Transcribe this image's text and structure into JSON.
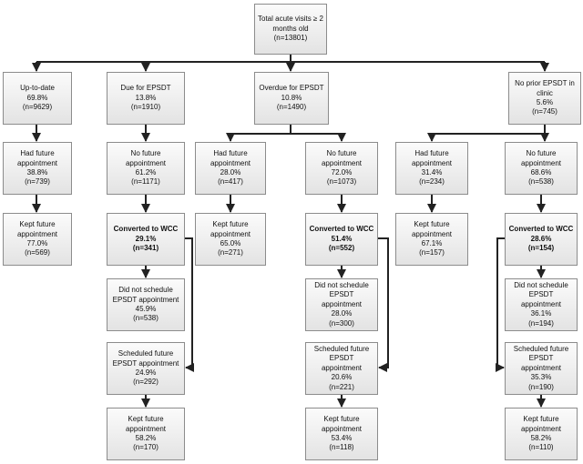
{
  "nodes": {
    "root": {
      "lines": [
        "Total acute visits ≥ 2",
        "months old",
        "(n=13801)"
      ]
    },
    "uptodate": {
      "lines": [
        "Up-to-date",
        "69.8%",
        "(n=9629)"
      ]
    },
    "due": {
      "lines": [
        "Due for EPSDT",
        "13.8%",
        "(n=1910)"
      ]
    },
    "overdue": {
      "lines": [
        "Overdue for EPSDT",
        "10.8%",
        "(n=1490)"
      ]
    },
    "noprior": {
      "lines": [
        "No prior EPSDT in",
        "clinic",
        "5.6%",
        "(n=745)"
      ]
    },
    "utd_had": {
      "lines": [
        "Had future",
        "appointment",
        "38.8%",
        "(n=739)"
      ]
    },
    "utd_kept": {
      "lines": [
        "Kept future",
        "appointment",
        "77.0%",
        "(n=569)"
      ]
    },
    "due_nofut": {
      "lines": [
        "No future",
        "appointment",
        "61.2%",
        "(n=1171)"
      ]
    },
    "due_conv": {
      "lines": [
        "Converted to WCC",
        "29.1%",
        "(n=341)"
      ]
    },
    "due_dns": {
      "lines": [
        "Did not schedule",
        "EPSDT appointment",
        "45.9%",
        "(n=538)"
      ]
    },
    "due_sched": {
      "lines": [
        "Scheduled future",
        "EPSDT appointment",
        "24.9%",
        "(n=292)"
      ]
    },
    "due_kept": {
      "lines": [
        "Kept future",
        "appointment",
        "58.2%",
        "(n=170)"
      ]
    },
    "od_had": {
      "lines": [
        "Had future",
        "appointment",
        "28.0%",
        "(n=417)"
      ]
    },
    "od_kept": {
      "lines": [
        "Kept future",
        "appointment",
        "65.0%",
        "(n=271)"
      ]
    },
    "od_nofut": {
      "lines": [
        "No future",
        "appointment",
        "72.0%",
        "(n=1073)"
      ]
    },
    "od_conv": {
      "lines": [
        "Converted to WCC",
        "51.4%",
        "(n=552)"
      ]
    },
    "od_dns": {
      "lines": [
        "Did not schedule",
        "EPSDT appointment",
        "28.0%",
        "(n=300)"
      ]
    },
    "od_sched": {
      "lines": [
        "Scheduled future",
        "EPSDT appointment",
        "20.6%",
        "(n=221)"
      ]
    },
    "od_kept2": {
      "lines": [
        "Kept future",
        "appointment",
        "53.4%",
        "(n=118)"
      ]
    },
    "np_had": {
      "lines": [
        "Had future",
        "appointment",
        "31.4%",
        "(n=234)"
      ]
    },
    "np_kept": {
      "lines": [
        "Kept future",
        "appointment",
        "67.1%",
        "(n=157)"
      ]
    },
    "np_nofut": {
      "lines": [
        "No future",
        "appointment",
        "68.6%",
        "(n=538)"
      ]
    },
    "np_conv": {
      "lines": [
        "Converted to WCC",
        "28.6%",
        "(n=154)"
      ]
    },
    "np_dns": {
      "lines": [
        "Did not schedule",
        "EPSDT appointment",
        "36.1%",
        "(n=194)"
      ]
    },
    "np_sched": {
      "lines": [
        "Scheduled future",
        "EPSDT appointment",
        "35.3%",
        "(n=190)"
      ]
    },
    "np_kept2": {
      "lines": [
        "Kept future",
        "appointment",
        "58.2%",
        "(n=110)"
      ]
    }
  }
}
